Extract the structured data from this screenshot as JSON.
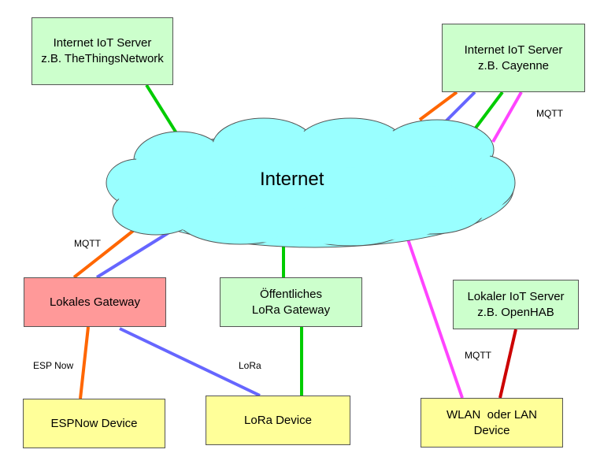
{
  "colors": {
    "green_box": "#ccffcc",
    "red_box": "#ff9999",
    "yellow_box": "#ffff99",
    "cloud": "#99ffff",
    "line_orange": "#ff6600",
    "line_blue": "#6666ff",
    "line_green": "#00cc00",
    "line_magenta": "#ff44ff",
    "line_darkred": "#cc0000"
  },
  "cloud": {
    "label": "Internet"
  },
  "nodes": {
    "ttn_server": {
      "line1": "Internet IoT Server",
      "line2": "z.B. TheThingsNetwork"
    },
    "cayenne_server": {
      "line1": "Internet IoT Server",
      "line2": "z.B. Cayenne"
    },
    "local_gateway": {
      "line1": "Lokales Gateway"
    },
    "public_gateway": {
      "line1": "Öffentliches",
      "line2": "LoRa Gateway"
    },
    "local_server": {
      "line1": "Lokaler IoT Server",
      "line2": "z.B. OpenHAB"
    },
    "espnow_device": {
      "line1": "ESPNow Device"
    },
    "lora_device": {
      "line1": "LoRa Device"
    },
    "wlan_device": {
      "line1": "WLAN  oder LAN",
      "line2": "Device"
    }
  },
  "edge_labels": {
    "mqtt_cayenne": "MQTT",
    "mqtt_gateway": "MQTT",
    "esp_now": "ESP Now",
    "lora": "LoRa",
    "mqtt_local": "MQTT"
  }
}
